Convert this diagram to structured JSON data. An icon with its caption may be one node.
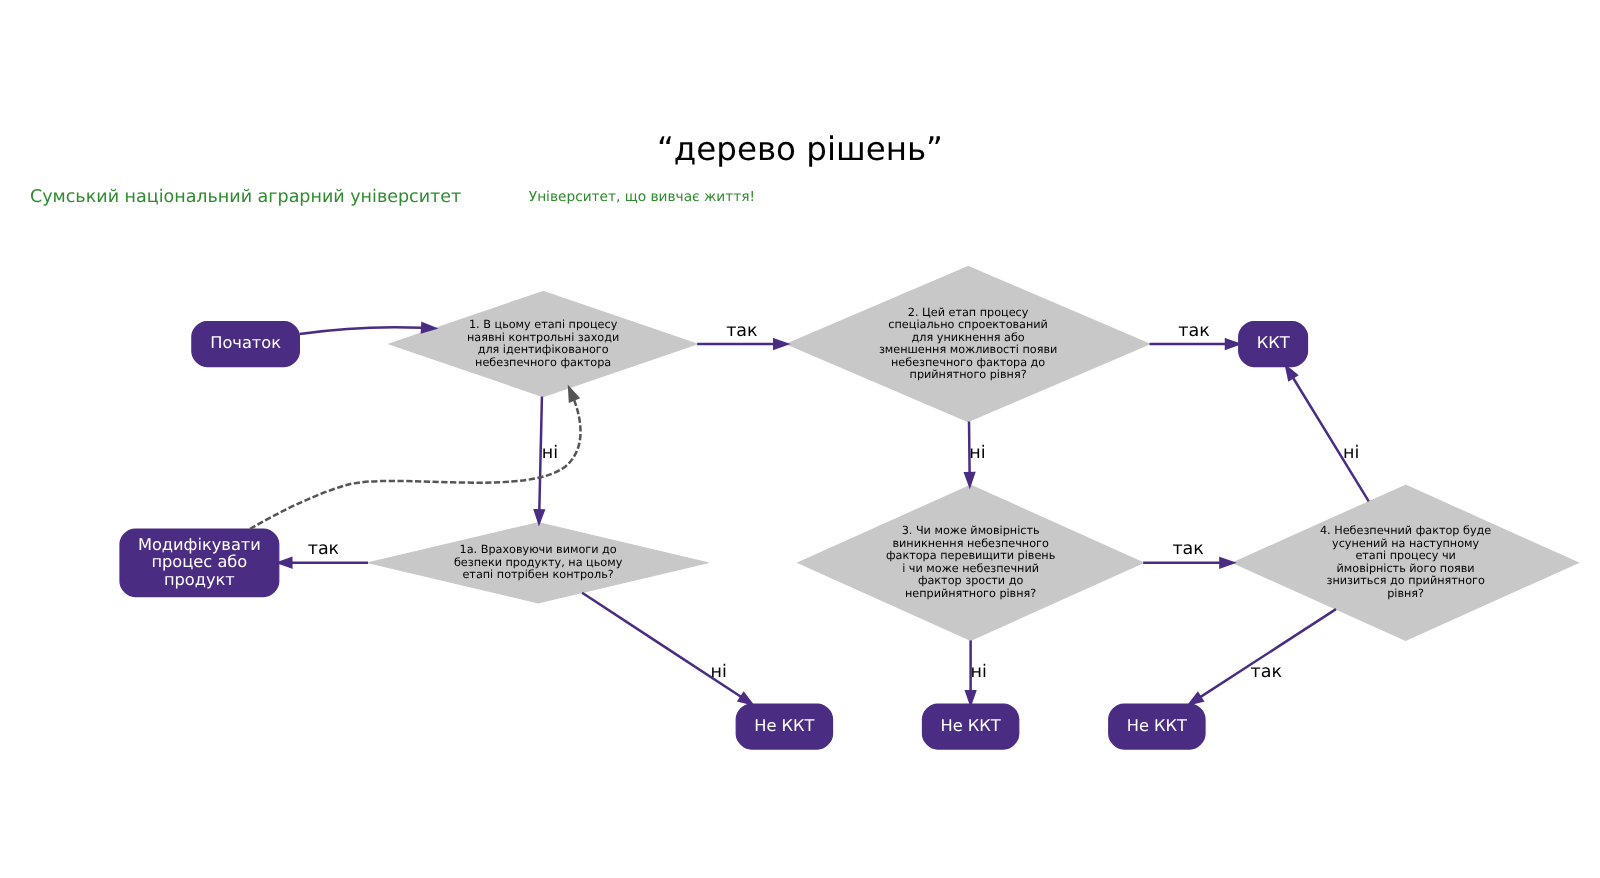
{
  "diagram": {
    "title": "“дерево рішень”",
    "nodes": [
      {
        "text": [
          "Початок"
        ]
      },
      {
        "text": [
          "1. В цьому етапі процесу наявні контрольні заходи для ідентифікованого небезпечного фактора"
        ]
      },
      {
        "text": [
          "2. Цей етап процесу спеціально спроектований для уникнення або зменшення можливості появи небезпечного фактора до прийнятного рівня?"
        ]
      },
      {
        "text": [
          "ККТ"
        ]
      },
      {
        "text": [
          "Модифікувати процес або продукт"
        ]
      },
      {
        "text": [
          "1а. Враховуючи вимоги до безпеки продукту, на цьому етапі потрібен контроль?"
        ]
      },
      {
        "text": [
          "3. Чи може ймовірність виникнення небезпечного фактора перевищити рівень і чи може небезпечний фактор зрости до неприйнятного рівня?"
        ]
      },
      {
        "text": [
          "4. Небезпечний фактор буде усунений на наступному етапі процесу чи ймовірність його появи знизиться до прийнятного рівня?"
        ]
      },
      {
        "text": [
          "Не ККТ"
        ]
      },
      {
        "text": [
          "Не ККТ"
        ]
      },
      {
        "text": [
          "Не ККТ"
        ]
      }
    ],
    "edges": [
      {
        "from": 0,
        "to": 1,
        "arrow": "to"
      },
      {
        "from": 1,
        "to": 2,
        "arrow": "to",
        "label": "так"
      },
      {
        "from": 2,
        "to": 3,
        "arrow": "to",
        "label": "так"
      },
      {
        "from": 1,
        "to": 5,
        "arrow": "to",
        "label": "ні"
      },
      {
        "from": 5,
        "to": 4,
        "arrow": "to",
        "label": "так"
      },
      {
        "from": 4,
        "to": 1,
        "arrow": "to",
        "style": "dashed",
        "color": "#555555"
      },
      {
        "from": 2,
        "to": 6,
        "arrow": "to",
        "label": "ні"
      },
      {
        "from": 6,
        "to": 7,
        "arrow": "to",
        "label": "так"
      },
      {
        "from": 5,
        "to": 8,
        "arrow": "to",
        "label": "ні"
      },
      {
        "from": 6,
        "to": 9,
        "arrow": "to",
        "label": "ні"
      },
      {
        "from": 7,
        "to": 3,
        "arrow": "to",
        "label": "ні"
      },
      {
        "from": 7,
        "to": 10,
        "arrow": "to",
        "label": "так"
      }
    ],
    "labels": [
      "Сумський національний аграрний університет",
      "Університет, що вивчає життя!"
    ]
  }
}
